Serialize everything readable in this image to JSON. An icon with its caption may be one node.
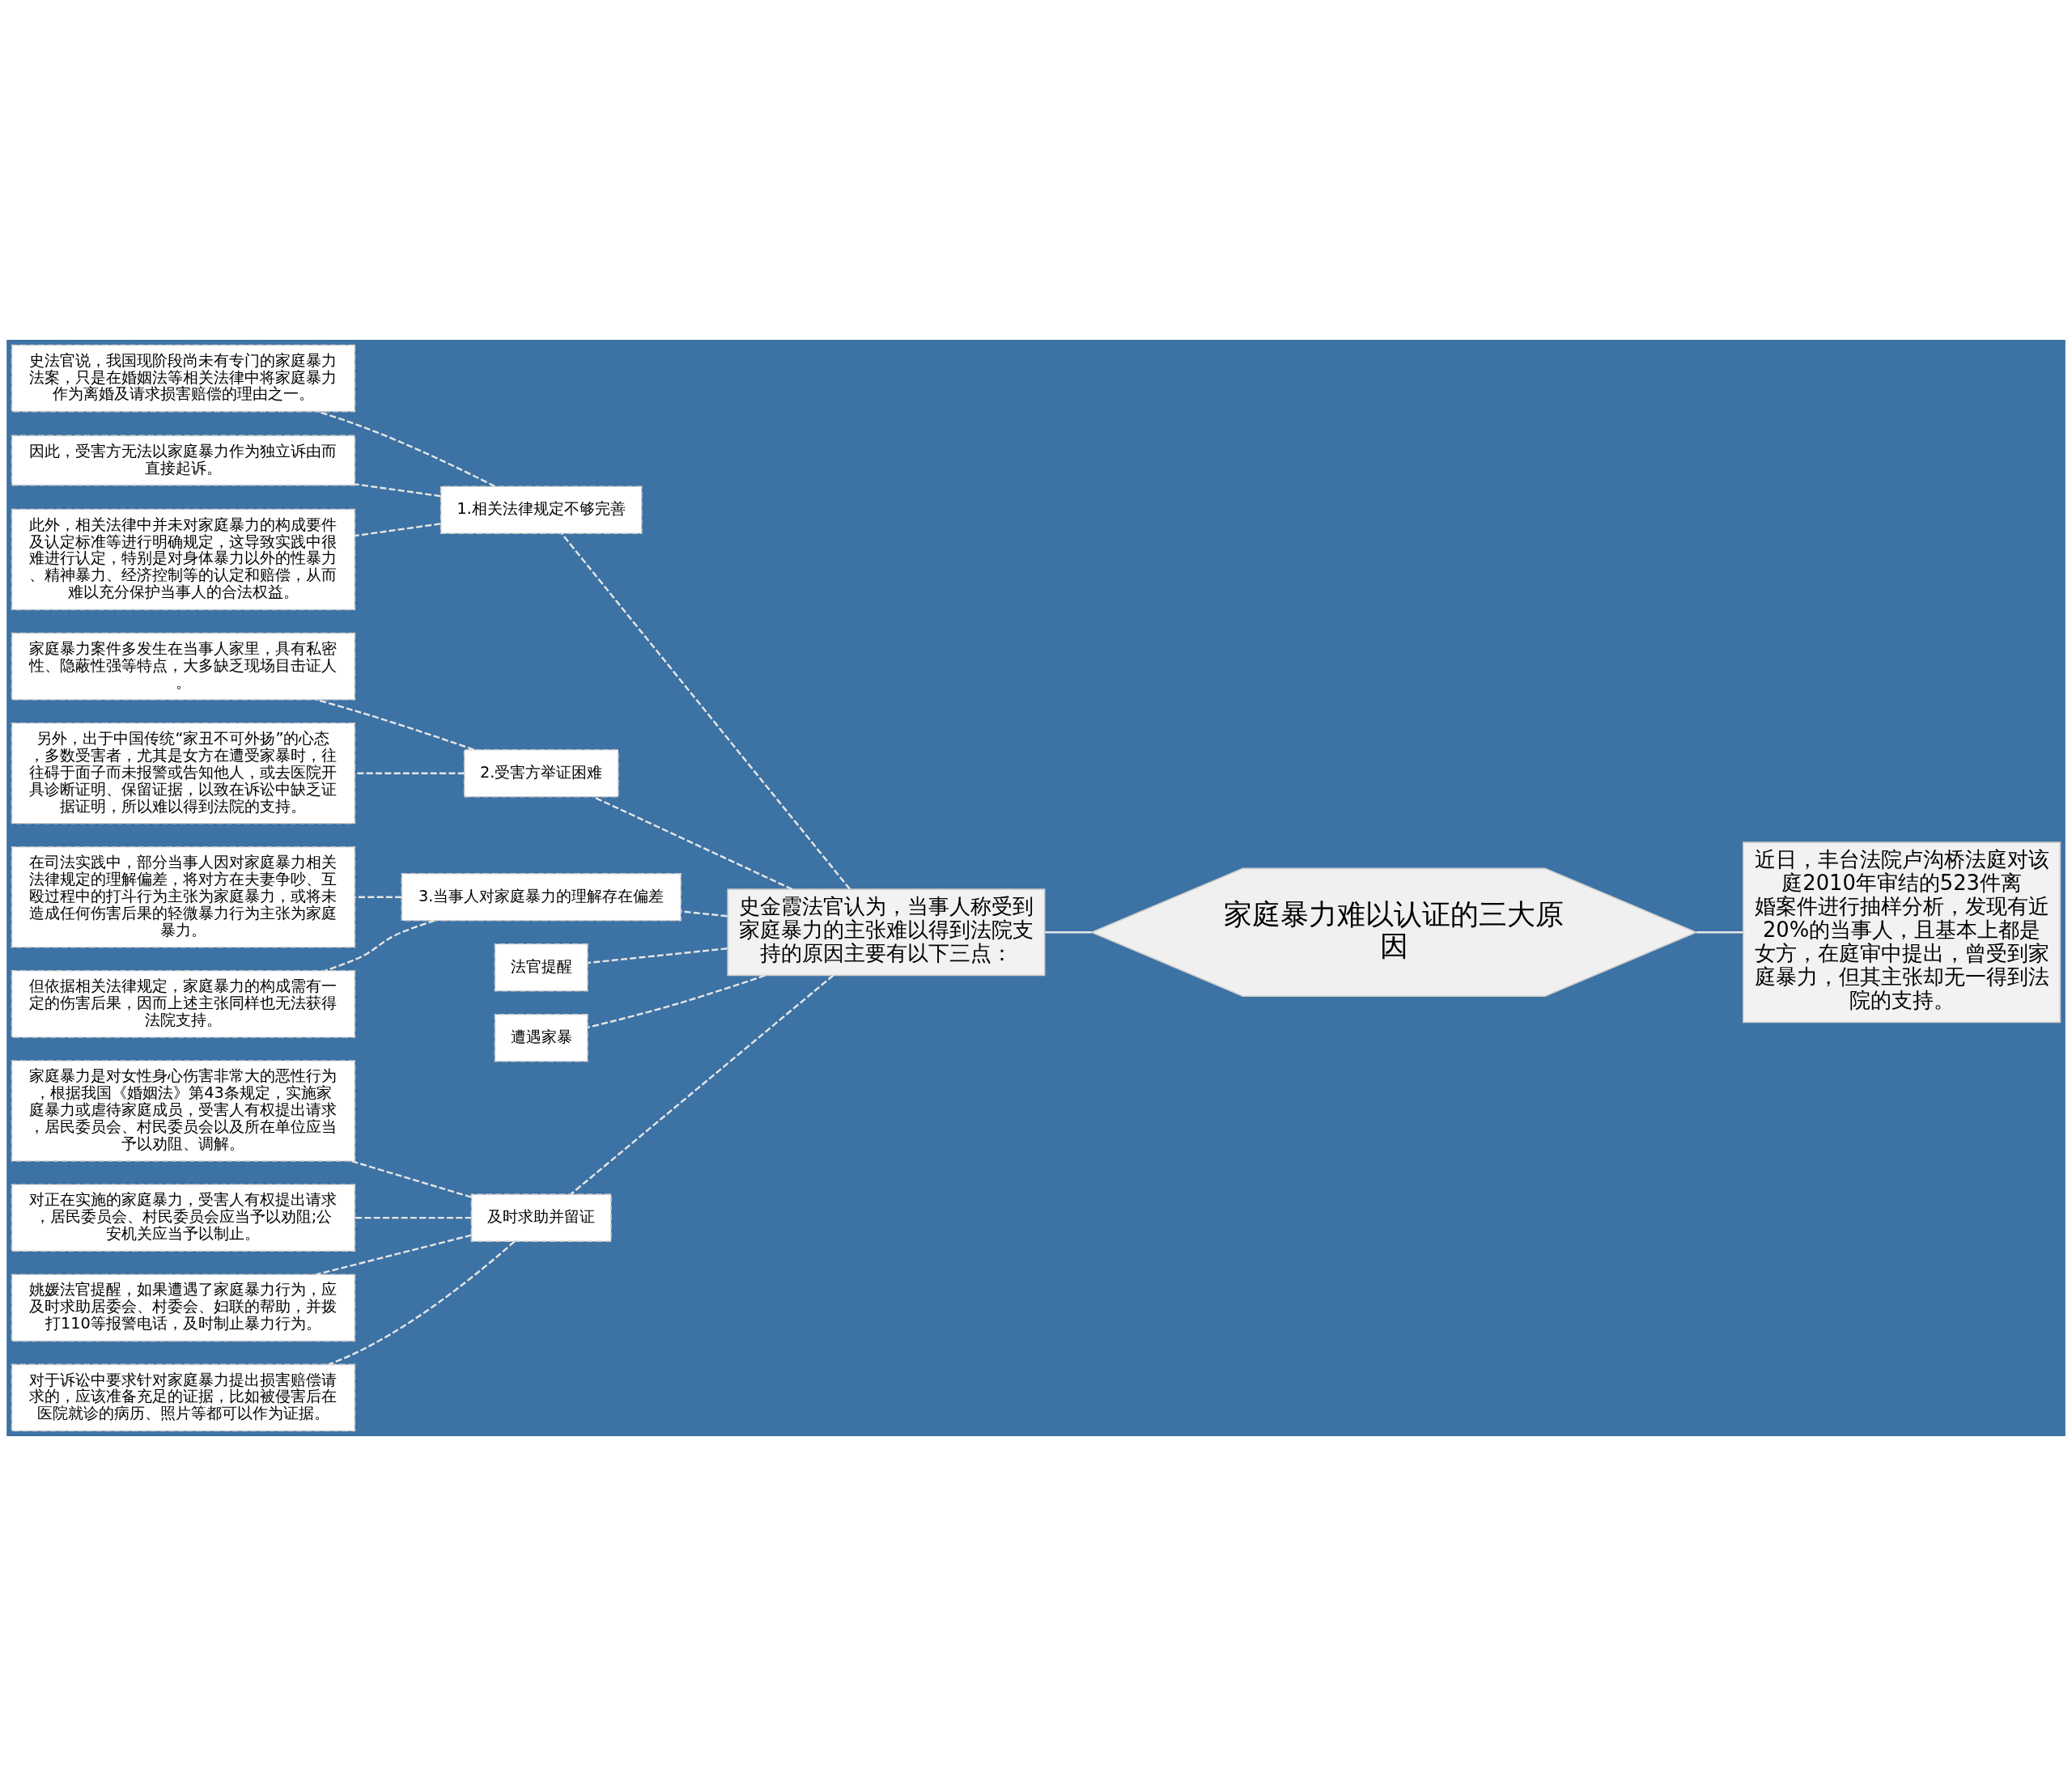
{
  "diagram": {
    "nodes": [
      {
        "text": [
          "家庭暴力难以认证的三大原因"
        ]
      },
      {
        "text": [
          "近日，丰台法院卢沟桥法庭对该庭2010年审结的523件离婚案件进行抽样分析，发现有近20%的当事人，且基本上都是女方，在庭审中提出，曾受到家庭暴力，但其主张却无一得到法院的支持。"
        ]
      },
      {
        "text": [
          "史金霞法官认为，当事人称受到家庭暴力的主张难以得到法院支持的原因主要有以下三点："
        ]
      },
      {
        "text": [
          "1.相关法律规定不够完善"
        ]
      },
      {
        "text": [
          "史法官说，我国现阶段尚未有专门的家庭暴力法案，只是在婚姻法等相关法律中将家庭暴力作为离婚及请求损害赔偿的理由之一。"
        ]
      },
      {
        "text": [
          "因此，受害方无法以家庭暴力作为独立诉由而直接起诉。"
        ]
      },
      {
        "text": [
          "此外，相关法律中并未对家庭暴力的构成要件及认定标准等进行明确规定，这导致实践中很难进行认定，特别是对身体暴力以外的性暴力、精神暴力、经济控制等的认定和赔偿，从而难以充分保护当事人的合法权益。"
        ]
      },
      {
        "text": [
          "2.受害方举证困难"
        ]
      },
      {
        "text": [
          "家庭暴力案件多发生在当事人家里，具有私密性、隐蔽性强等特点，大多缺乏现场目击证人。"
        ]
      },
      {
        "text": [
          "另外，出于中国传统“家丑不可外扬”的心态，多数受害者，尤其是女方在遭受家暴时，往往碍于面子而未报警或告知他人，或去医院开具诊断证明、保留证据，以致在诉讼中缺乏证据证明，所以难以得到法院的支持。"
        ]
      },
      {
        "text": [
          "3.当事人对家庭暴力的理解存在偏差"
        ]
      },
      {
        "text": [
          "在司法实践中，部分当事人因对家庭暴力相关法律规定的理解偏差，将对方在夫妻争吵、互殴过程中的打斗行为主张为家庭暴力，或将未造成任何伤害后果的轻微暴力行为主张为家庭暴力。"
        ]
      },
      {
        "text": [
          "但依据相关法律规定，家庭暴力的构成需有一定的伤害后果，因而上述主张同样也无法获得法院支持。"
        ]
      },
      {
        "text": [
          "法官提醒"
        ]
      },
      {
        "text": [
          "遭遇家暴"
        ]
      },
      {
        "text": [
          "及时求助并留证"
        ]
      },
      {
        "text": [
          "家庭暴力是对女性身心伤害非常大的恶性行为，根据我国《婚姻法》第43条规定，实施家庭暴力或虐待家庭成员，受害人有权提出请求，居民委员会、村民委员会以及所在单位应当予以劝阻、调解。"
        ]
      },
      {
        "text": [
          "对正在实施的家庭暴力，受害人有权提出请求，居民委员会、村民委员会应当予以劝阻;公安机关应当予以制止。"
        ]
      },
      {
        "text": [
          "姚媛法官提醒，如果遭遇了家庭暴力行为，应及时求助居委会、村委会、妇联的帮助，并拨打110等报警电话，及时制止暴力行为。"
        ]
      },
      {
        "text": [
          "对于诉讼中要求针对家庭暴力提出损害赔偿请求的，应该准备充足的证据，比如被侵害后在医院就诊的病历、照片等都可以作为证据。"
        ]
      }
    ],
    "edges": [
      {
        "from": 1,
        "to": 0,
        "arrow": "none"
      },
      {
        "from": 0,
        "to": 2,
        "arrow": "none"
      },
      {
        "from": 2,
        "to": 3,
        "arrow": "none",
        "style": "dashed"
      },
      {
        "from": 3,
        "to": 4,
        "arrow": "none",
        "style": "dashed"
      },
      {
        "from": 3,
        "to": 5,
        "arrow": "none",
        "style": "dashed"
      },
      {
        "from": 3,
        "to": 6,
        "arrow": "none",
        "style": "dashed"
      },
      {
        "from": 2,
        "to": 7,
        "arrow": "none",
        "style": "dashed"
      },
      {
        "from": 7,
        "to": 8,
        "arrow": "none",
        "style": "dashed"
      },
      {
        "from": 7,
        "to": 9,
        "arrow": "none",
        "style": "dashed"
      },
      {
        "from": 2,
        "to": 10,
        "arrow": "none",
        "style": "dashed"
      },
      {
        "from": 10,
        "to": 11,
        "arrow": "none",
        "style": "dashed"
      },
      {
        "from": 10,
        "to": 12,
        "arrow": "none",
        "style": "dashed"
      },
      {
        "from": 2,
        "to": 13,
        "arrow": "none",
        "style": "dashed"
      },
      {
        "from": 2,
        "to": 14,
        "arrow": "none",
        "style": "dashed"
      },
      {
        "from": 2,
        "to": 15,
        "arrow": "none",
        "style": "dashed"
      },
      {
        "from": 15,
        "to": 16,
        "arrow": "none",
        "style": "dashed"
      },
      {
        "from": 15,
        "to": 17,
        "arrow": "none",
        "style": "dashed"
      },
      {
        "from": 15,
        "to": 18,
        "arrow": "none",
        "style": "dashed"
      },
      {
        "from": 15,
        "to": 19,
        "arrow": "none",
        "style": "dashed"
      }
    ]
  }
}
